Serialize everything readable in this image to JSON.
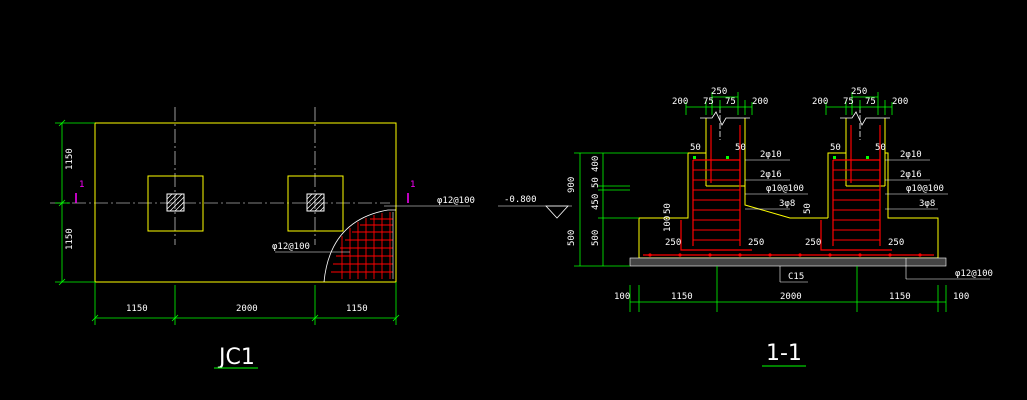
{
  "plan": {
    "title": "JC1",
    "section_mark": "1",
    "dims_bottom": [
      "1150",
      "2000",
      "1150"
    ],
    "dims_left": [
      "1150",
      "1150"
    ],
    "rebar_label_1": "φ12@100",
    "rebar_label_2": "φ12@100"
  },
  "section": {
    "title": "1-1",
    "elevation": "-0.800",
    "dims_left": [
      "400",
      "50",
      "450",
      "100",
      "500"
    ],
    "dims_left_total": "900",
    "dims_top": [
      "200",
      "250",
      "75",
      "75",
      "200"
    ],
    "dims_bottom": [
      "100",
      "1150",
      "2000",
      "1150",
      "100"
    ],
    "col_labels": [
      "50",
      "50"
    ],
    "rebar_labels": [
      "2φ10",
      "2φ16",
      "φ10@100",
      "3φ8"
    ],
    "base_labels": [
      "250",
      "250"
    ],
    "concrete": "C15",
    "bottom_rebar": "φ12@100",
    "slab_dim": "50"
  },
  "colors": {
    "outline": "#ffff00",
    "dimension": "#00ff00",
    "rebar": "#ff0000",
    "centerline": "#ffffff",
    "section_mark": "#ff00ff"
  }
}
